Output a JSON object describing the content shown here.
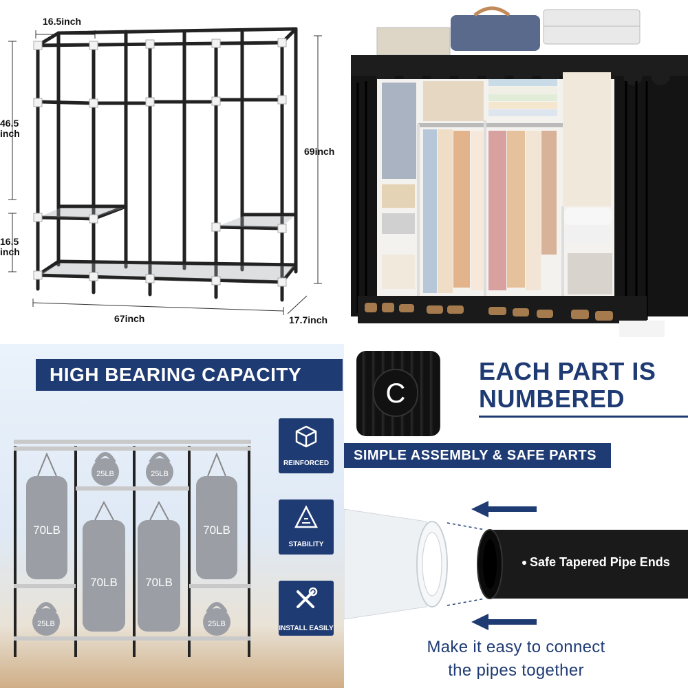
{
  "dimensions": {
    "top_width": "16.5inch",
    "upper_height": "46.5 inch",
    "lower_height": "16.5 inch",
    "total_height": "69inch",
    "total_width": "67inch",
    "depth": "17.7inch"
  },
  "capacity_panel": {
    "banner": "HIGH BEARING CAPACITY",
    "weights": {
      "kettlebell": "25LB",
      "bag": "70LB"
    },
    "features": [
      {
        "icon": "reinforced-cube-icon",
        "label": "REINFORCED"
      },
      {
        "icon": "stability-triangle-icon",
        "label": "STABILITY"
      },
      {
        "icon": "tools-wrench-screwdriver-icon",
        "label": "INSTALL EASILY"
      }
    ]
  },
  "assembly_panel": {
    "part_letter": "C",
    "heading": "EACH PART IS NUMBERED",
    "banner": "SIMPLE ASSEMBLY & SAFE PARTS",
    "pipe_label": "Safe Tapered Pipe Ends",
    "caption_line1": "Make it easy to connect",
    "caption_line2": "the pipes together"
  },
  "colors": {
    "navy": "#1f3b73",
    "frame_black": "#1a1a1a",
    "frame_white": "#f2f2f2",
    "cover_black": "#141414"
  }
}
